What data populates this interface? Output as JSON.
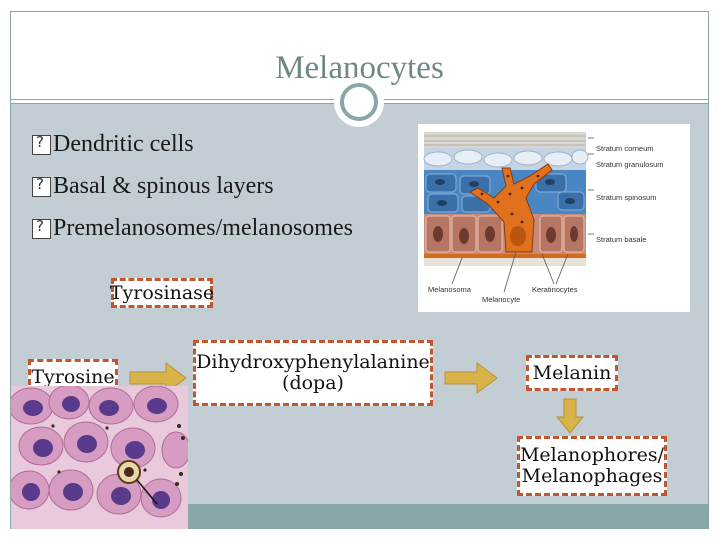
{
  "slide": {
    "title": "Melanocytes",
    "bullets": [
      "Dendritic cells",
      "Basal & spinous layers",
      "Premelanosomes/melanosomes"
    ]
  },
  "skin_figure": {
    "layer_labels": [
      "Stratum corneum",
      "Stratum granulosum",
      "Stratum spinosum",
      "Stratum basale"
    ],
    "bottom_labels": [
      "Melanosoma",
      "Keratinocytes",
      "Melanocyte"
    ]
  },
  "pathway": {
    "enzyme": "Tyrosinase",
    "substrate": "Tyrosine",
    "intermediate_line1": "Dihydroxyphenylalanine",
    "intermediate_line2": "(dopa)",
    "product": "Melanin",
    "final_line1": "Melanophores/",
    "final_line2": "Melanophages"
  },
  "colors": {
    "accent": "#8aa6a6",
    "content_bg": "#c3ced4",
    "box_border": "#c0572e",
    "arrow_fill": "#d8b34a"
  }
}
